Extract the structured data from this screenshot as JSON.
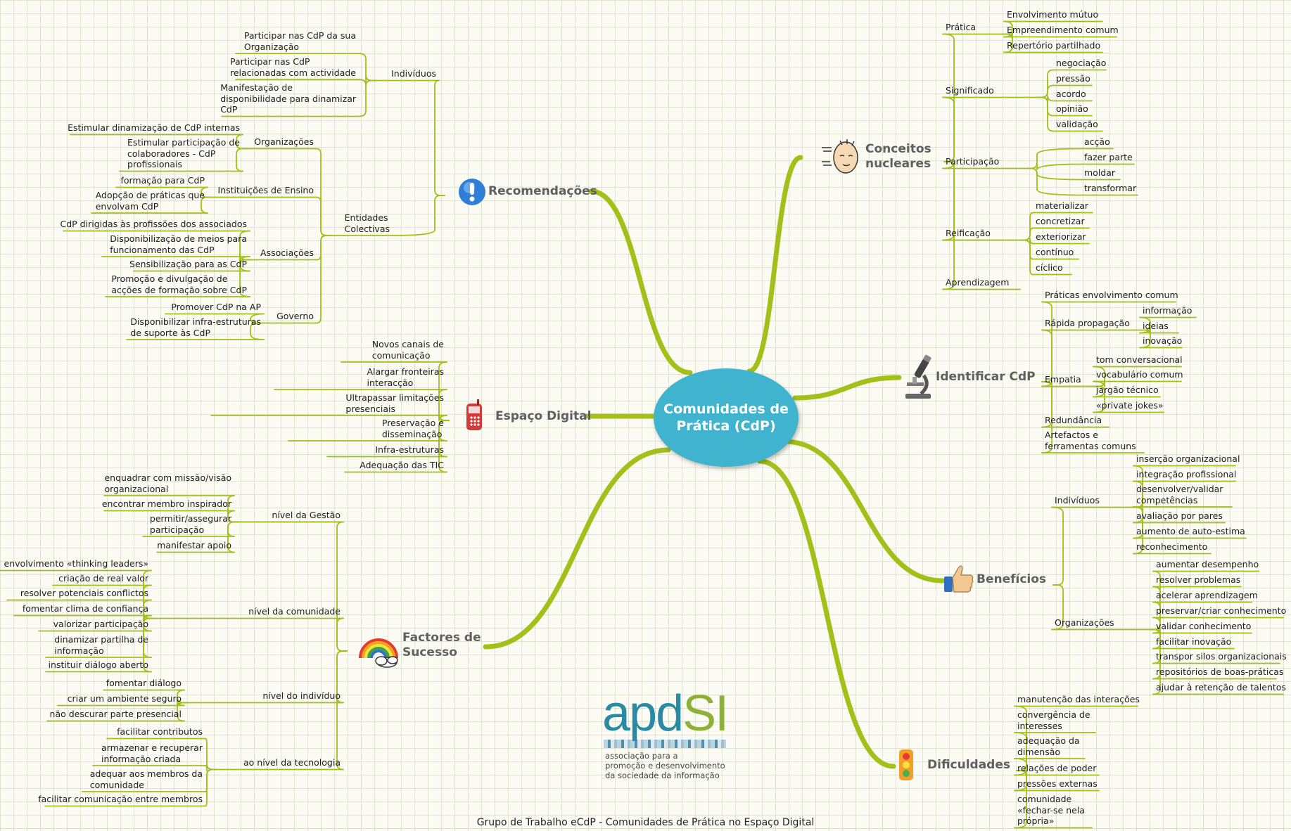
{
  "center": {
    "label": "Comunidades de\nPrática (CdP)"
  },
  "branches": [
    {
      "id": "recomendacoes",
      "label": "Recomendações",
      "icon": "exclamation-icon",
      "children": [
        {
          "label": "Indivíduos",
          "children": [
            {
              "label": "Participar nas CdP da sua\nOrganização"
            },
            {
              "label": "Participar nas CdP\nrelacionadas com actividade"
            },
            {
              "label": "Manifestação de\ndisponibilidade para dinamizar\nCdP"
            }
          ]
        },
        {
          "label": "Entidades\nColectivas",
          "children": [
            {
              "label": "Organizações",
              "children": [
                {
                  "label": "Estimular dinamização de CdP internas"
                },
                {
                  "label": "Estimular participação de\ncolaboradores - CdP\nprofissionais"
                }
              ]
            },
            {
              "label": "Instituições de Ensino",
              "children": [
                {
                  "label": "formação para CdP"
                },
                {
                  "label": "Adopção de práticas que\nenvolvam CdP"
                }
              ]
            },
            {
              "label": "Associações",
              "children": [
                {
                  "label": "CdP dirigidas às profissões dos associados"
                },
                {
                  "label": "Disponibilização de meios para\nfuncionamento das CdP"
                },
                {
                  "label": "Sensibilização para as CdP"
                },
                {
                  "label": "Promoção e divulgação de\nacções de formação sobre CdP"
                }
              ]
            },
            {
              "label": "Governo",
              "children": [
                {
                  "label": "Promover CdP na AP"
                },
                {
                  "label": "Disponibilizar infra-estruturas\nde suporte às CdP"
                }
              ]
            }
          ]
        }
      ]
    },
    {
      "id": "espaco",
      "label": "Espaço Digital",
      "icon": "mobile-phone-icon",
      "children": [
        {
          "label": "Novos canais de\ncomunicação"
        },
        {
          "label": "Alargar fronteiras\ninteracção"
        },
        {
          "label": "Ultrapassar limitações\npresenciais"
        },
        {
          "label": "Preservação e\ndisseminação"
        },
        {
          "label": "Infra-estruturas"
        },
        {
          "label": "Adequação das TIC"
        }
      ]
    },
    {
      "id": "factores",
      "label": "Factores de\nSucesso",
      "icon": "rainbow-icon",
      "children": [
        {
          "label": "nível da Gestão",
          "children": [
            {
              "label": "enquadrar com missão/visão\norganizacional"
            },
            {
              "label": "encontrar membro inspirador"
            },
            {
              "label": "permitir/assegurar\nparticipação"
            },
            {
              "label": "manifestar apoio"
            }
          ]
        },
        {
          "label": "nível da comunidade",
          "children": [
            {
              "label": "envolvimento «thinking leaders»"
            },
            {
              "label": "criação de real valor"
            },
            {
              "label": "resolver potenciais conflictos"
            },
            {
              "label": "fomentar clima de confiança"
            },
            {
              "label": "valorizar participação"
            },
            {
              "label": "dinamizar partilha de\ninformação"
            },
            {
              "label": "instituir diálogo aberto"
            }
          ]
        },
        {
          "label": "nível do indivíduo",
          "children": [
            {
              "label": "fomentar diálogo"
            },
            {
              "label": "criar um ambiente seguro"
            },
            {
              "label": "não descurar parte presencial"
            }
          ]
        },
        {
          "label": "ao nível da tecnologia",
          "children": [
            {
              "label": "facilitar contributos"
            },
            {
              "label": "armazenar e recuperar\ninformação criada"
            },
            {
              "label": "adequar aos membros da\ncomunidade"
            },
            {
              "label": "facilitar comunicação entre membros"
            }
          ]
        }
      ]
    },
    {
      "id": "conceitos",
      "label": "Conceitos\nnucleares",
      "icon": "thinking-head-icon",
      "children": [
        {
          "label": "Prática",
          "children": [
            {
              "label": "Envolvimento mútuo"
            },
            {
              "label": "Empreendimento comum"
            },
            {
              "label": "Repertório partilhado"
            }
          ]
        },
        {
          "label": "Significado",
          "children": [
            {
              "label": "negociação"
            },
            {
              "label": "pressão"
            },
            {
              "label": "acordo"
            },
            {
              "label": "opinião"
            },
            {
              "label": "validação"
            }
          ]
        },
        {
          "label": "Participação",
          "children": [
            {
              "label": "acção"
            },
            {
              "label": "fazer parte"
            },
            {
              "label": "moldar"
            },
            {
              "label": "transformar"
            }
          ]
        },
        {
          "label": "Reificação",
          "children": [
            {
              "label": "materializar"
            },
            {
              "label": "concretizar"
            },
            {
              "label": "exteriorizar"
            },
            {
              "label": "contínuo"
            },
            {
              "label": "cíclico"
            }
          ]
        },
        {
          "label": "Aprendizagem"
        }
      ]
    },
    {
      "id": "identificar",
      "label": "Identificar CdP",
      "icon": "microscope-icon",
      "children": [
        {
          "label": "Práticas envolvimento comum"
        },
        {
          "label": "Rápida propagação",
          "children": [
            {
              "label": "informação"
            },
            {
              "label": "ideias"
            },
            {
              "label": "inovação"
            }
          ]
        },
        {
          "label": "Empatia",
          "children": [
            {
              "label": "tom conversacional"
            },
            {
              "label": "vocabulário comum"
            },
            {
              "label": "jargão técnico"
            },
            {
              "label": "«private jokes»"
            }
          ]
        },
        {
          "label": "Redundância"
        },
        {
          "label": "Artefactos e\nferramentas comuns"
        }
      ]
    },
    {
      "id": "beneficios",
      "label": "Benefícios",
      "icon": "thumbs-up-icon",
      "children": [
        {
          "label": "Indivíduos",
          "children": [
            {
              "label": "inserção organizacional"
            },
            {
              "label": "integração profissional"
            },
            {
              "label": "desenvolver/validar\ncompetências"
            },
            {
              "label": "avaliação por pares"
            },
            {
              "label": "aumento de auto-estima"
            },
            {
              "label": "reconhecimento"
            }
          ]
        },
        {
          "label": "Organizações",
          "children": [
            {
              "label": "aumentar desempenho"
            },
            {
              "label": "resolver problemas"
            },
            {
              "label": "acelerar aprendizagem"
            },
            {
              "label": "preservar/criar conhecimento"
            },
            {
              "label": "validar conhecimento"
            },
            {
              "label": "facilitar inovação"
            },
            {
              "label": "transpor silos organizacionais"
            },
            {
              "label": "repositórios de boas-práticas"
            },
            {
              "label": "ajudar à retenção de talentos"
            }
          ]
        }
      ]
    },
    {
      "id": "dificuldades",
      "label": "Dificuldades",
      "icon": "traffic-light-icon",
      "children": [
        {
          "label": "manutenção das interações"
        },
        {
          "label": "convergência de\ninteresses"
        },
        {
          "label": "adequação da\ndimensão"
        },
        {
          "label": "relações de poder"
        },
        {
          "label": "pressões externas"
        },
        {
          "label": "comunidade\n«fechar-se nela\nprópria»"
        }
      ]
    }
  ],
  "logo": {
    "text_a": "apd",
    "text_b": "SI",
    "tagline": "associação para a\npromoção e desenvolvimento\nda sociedade da informação"
  },
  "footer": "Grupo de Trabalho eCdP - Comunidades de Prática no Espaço Digital",
  "colors": {
    "branch_line": "#a3bf1a",
    "center_fill": "#40b3cf",
    "topic_text": "#606060"
  }
}
